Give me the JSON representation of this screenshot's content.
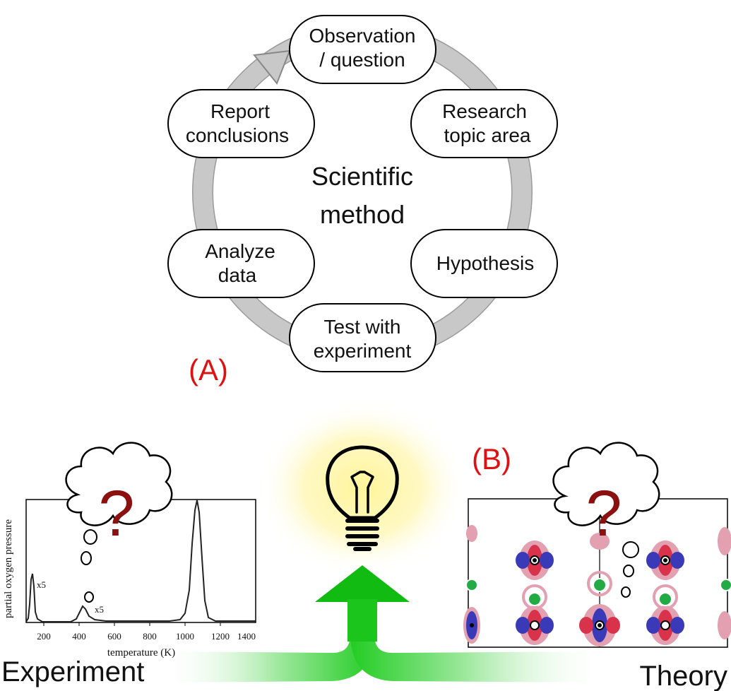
{
  "cycle": {
    "center_line1": "Scientific",
    "center_line2": "method",
    "nodes": [
      {
        "id": "observation",
        "line1": "Observation",
        "line2": "/ question"
      },
      {
        "id": "research",
        "line1": "Research",
        "line2": "topic area"
      },
      {
        "id": "hypothesis",
        "line1": "Hypothesis",
        "line2": ""
      },
      {
        "id": "test",
        "line1": "Test with",
        "line2": "experiment"
      },
      {
        "id": "analyze",
        "line1": "Analyze",
        "line2": "data"
      },
      {
        "id": "report",
        "line1": "Report",
        "line2": "conclusions"
      }
    ]
  },
  "panel_labels": {
    "a": "(A)",
    "b": "(B)"
  },
  "bottom_labels": {
    "experiment": "Experiment",
    "theory": "Theory"
  },
  "question_mark": "?",
  "plot": {
    "ylabel": "partial oxygen pressure",
    "xlabel": "temperature (K)",
    "xticks": [
      "200",
      "400",
      "600",
      "800",
      "1000",
      "1200",
      "1400"
    ],
    "annotations": [
      "x5",
      "x5"
    ]
  },
  "colors": {
    "panel_label": "#dd1111",
    "question_mark": "#8b1010",
    "cycle_arrow": "#c8c8c8",
    "green_arrow": "#22cc22",
    "glow": "#fff27a"
  },
  "icons": [
    "lightbulb-icon",
    "thought-bubble-icon"
  ]
}
